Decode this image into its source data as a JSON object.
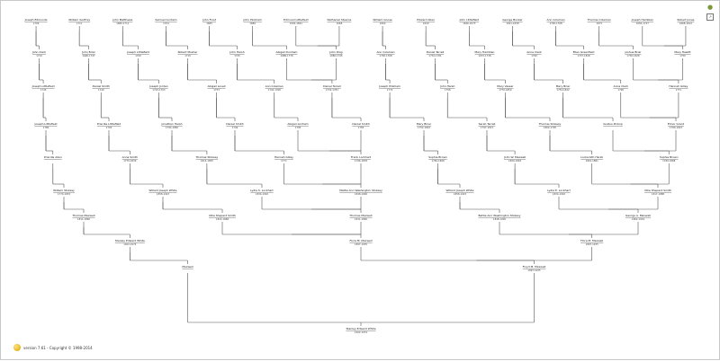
{
  "footer": {
    "text": "version 7.61 - Copyright © 1998-2014"
  },
  "icons": {
    "tool": "bulb-icon",
    "expand": "expand-icon"
  },
  "root": {
    "name": "Stanley Edward White",
    "dates": "1922-1974"
  },
  "people": [
    {
      "id": "p1",
      "name": "Floyd M. Maxwell",
      "dates": "1897-1935"
    },
    {
      "id": "p2",
      "name": "Maxwell",
      "dates": ""
    },
    {
      "id": "p3",
      "name": "Flora M. Maxwell",
      "dates": "1897-1935"
    },
    {
      "id": "p4",
      "name": "Flora M. Maxwell",
      "dates": "1897-1935"
    },
    {
      "id": "p5",
      "name": "Stanley Edward White",
      "dates": "1922-1974"
    },
    {
      "id": "p6",
      "name": "George A. Maxwell",
      "dates": "1862-1919"
    },
    {
      "id": "p7",
      "name": "Bettie Ann Washington Stokesy",
      "dates": "1848-1900"
    },
    {
      "id": "p8",
      "name": "Thomas Maxwell",
      "dates": "1811-1860"
    },
    {
      "id": "p9",
      "name": "Ollie Shepard Smith",
      "dates": "1822-1868"
    },
    {
      "id": "p10",
      "name": "Thomas Maxwell",
      "dates": "1811-1860"
    },
    {
      "id": "p11",
      "name": "Ollie Shepard Smith",
      "dates": "1817-1888"
    },
    {
      "id": "p12",
      "name": "Lydia E. Lockhart",
      "dates": "1834-1902"
    },
    {
      "id": "p13",
      "name": "Willard Joseph White",
      "dates": "1858-1923"
    },
    {
      "id": "p14",
      "name": "Mattie Ann Washington Stokesy",
      "dates": "1848-1900"
    },
    {
      "id": "p15",
      "name": "Lydia S. Lockhart",
      "dates": "1834-1902"
    },
    {
      "id": "p16",
      "name": "Willard Joseph White",
      "dates": "1858-1923"
    },
    {
      "id": "p17",
      "name": "William Stokesy",
      "dates": "1770-1833"
    },
    {
      "id": "p18",
      "name": "Sophia Brown",
      "dates": "1789-1868"
    },
    {
      "id": "p19",
      "name": "Locksmith Harsh",
      "dates": "1819-1881"
    },
    {
      "id": "p20",
      "name": "John W. Maxwell",
      "dates": "1800-1863"
    },
    {
      "id": "p21",
      "name": "Sophia Brown",
      "dates": "1784-1868"
    },
    {
      "id": "p22",
      "name": "Frank Lockhart",
      "dates": "1796-1878"
    },
    {
      "id": "p23",
      "name": "Hannah Gilley",
      "dates": "1771"
    },
    {
      "id": "p24",
      "name": "Thomas Stokesy",
      "dates": "1814-1855"
    },
    {
      "id": "p25",
      "name": "Anna Smith",
      "dates": "1776-1839"
    },
    {
      "id": "p26",
      "name": "Priscilla Allen",
      "dates": ""
    },
    {
      "id": "p27",
      "name": "Elinor Grant",
      "dates": "1780-1823"
    },
    {
      "id": "p28",
      "name": "Gustus Prokop",
      "dates": ""
    },
    {
      "id": "p29",
      "name": "Thomas Stokesy",
      "dates": "1804-1795"
    },
    {
      "id": "p30",
      "name": "Sarah Terrell",
      "dates": "1797-1813"
    },
    {
      "id": "p31",
      "name": "Mary Biner",
      "dates": "1752-1822"
    },
    {
      "id": "p32",
      "name": "Daniel Smith",
      "dates": "1783"
    },
    {
      "id": "p33",
      "name": "Abigail Gorham",
      "dates": "1795"
    },
    {
      "id": "p34",
      "name": "Daniel Smith",
      "dates": "1749"
    },
    {
      "id": "p35",
      "name": "Jonathan Harsh",
      "dates": "1794-1882"
    },
    {
      "id": "p36",
      "name": "Priscilla Littlefield",
      "dates": "1793"
    },
    {
      "id": "p37",
      "name": "Joseph Littlefield",
      "dates": "1780"
    },
    {
      "id": "p38",
      "name": "Hannah Gilley",
      "dates": "1771"
    },
    {
      "id": "p39",
      "name": "Anna Clark",
      "dates": "1790"
    },
    {
      "id": "p40",
      "name": "Mary Briar",
      "dates": "1752-1822"
    },
    {
      "id": "p41",
      "name": "Mary Vassar",
      "dates": "1770-1850"
    },
    {
      "id": "p42",
      "name": "John Harsh",
      "dates": "1758"
    },
    {
      "id": "p43",
      "name": "Joseph Pinkham",
      "dates": "1772"
    },
    {
      "id": "p44",
      "name": "Daniel Terrell",
      "dates": "1732-1781"
    },
    {
      "id": "p45",
      "name": "Ann Coleman",
      "dates": "1742-1768"
    },
    {
      "id": "p46",
      "name": "Abigail Lovell",
      "dates": "1753"
    },
    {
      "id": "p47",
      "name": "Joseph Jordan",
      "dates": "1719-1793"
    },
    {
      "id": "p48",
      "name": "Daniel Smith",
      "dates": "1749"
    },
    {
      "id": "p49",
      "name": "Joseph Littlefield",
      "dates": "1745"
    },
    {
      "id": "p50",
      "name": "Mary Hewitt",
      "dates": "1756"
    },
    {
      "id": "p51",
      "name": "Joshua Briar",
      "dates": "1730-1828"
    },
    {
      "id": "p52",
      "name": "Ellen Greenfield",
      "dates": "1737-1828"
    },
    {
      "id": "p53",
      "name": "Anna Clark",
      "dates": "1790"
    },
    {
      "id": "p54",
      "name": "Mary Hamblen",
      "dates": "1672-1738"
    },
    {
      "id": "p55",
      "name": "Daniel Terrell",
      "dates": "1732-1781"
    },
    {
      "id": "p56",
      "name": "Ann Coleman",
      "dates": "1700-1768"
    },
    {
      "id": "p57",
      "name": "John Ring",
      "dates": "1680-1745"
    },
    {
      "id": "p58",
      "name": "Abigail Dunham",
      "dates": "1688-1778"
    },
    {
      "id": "p59",
      "name": "John Harsh",
      "dates": "1725"
    },
    {
      "id": "p60",
      "name": "Robert Mosher",
      "dates": "1710"
    },
    {
      "id": "p61",
      "name": "Joseph Littlefield",
      "dates": "1700"
    },
    {
      "id": "p62",
      "name": "John Briar",
      "dates": "1690-1747"
    },
    {
      "id": "p63",
      "name": "John Clark",
      "dates": "1710"
    },
    {
      "id": "p64",
      "name": "Robert Jones",
      "dates": "1668-1612"
    },
    {
      "id": "p65",
      "name": "Joseph Hamblen",
      "dates": "1650-1727"
    },
    {
      "id": "p66",
      "name": "Thomas Coleman",
      "dates": "1675"
    },
    {
      "id": "p67",
      "name": "Ann Coleman",
      "dates": "1700-1768"
    },
    {
      "id": "p68",
      "name": "George Bunker",
      "dates": "1621-1658"
    },
    {
      "id": "p69",
      "name": "John Littlefield",
      "dates": "1646-1673"
    },
    {
      "id": "p70",
      "name": "Edward Allen",
      "dates": "1640"
    },
    {
      "id": "p71",
      "name": "William Goose",
      "dates": "1660"
    },
    {
      "id": "p72",
      "name": "Nathaniel Stearns",
      "dates": "1668"
    },
    {
      "id": "p73",
      "name": "Edmund Littlefield",
      "dates": "1592-1661"
    },
    {
      "id": "p74",
      "name": "John Pinkham",
      "dates": "1686"
    },
    {
      "id": "p75",
      "name": "John Frost",
      "dates": "1685"
    },
    {
      "id": "p76",
      "name": "Samuel Gorham",
      "dates": "1704"
    },
    {
      "id": "p77",
      "name": "John Matthews",
      "dates": "1680-1711"
    },
    {
      "id": "p78",
      "name": "William Godfrey",
      "dates": "1711"
    },
    {
      "id": "p79",
      "name": "Joseph Edmunds",
      "dates": "1706"
    }
  ]
}
